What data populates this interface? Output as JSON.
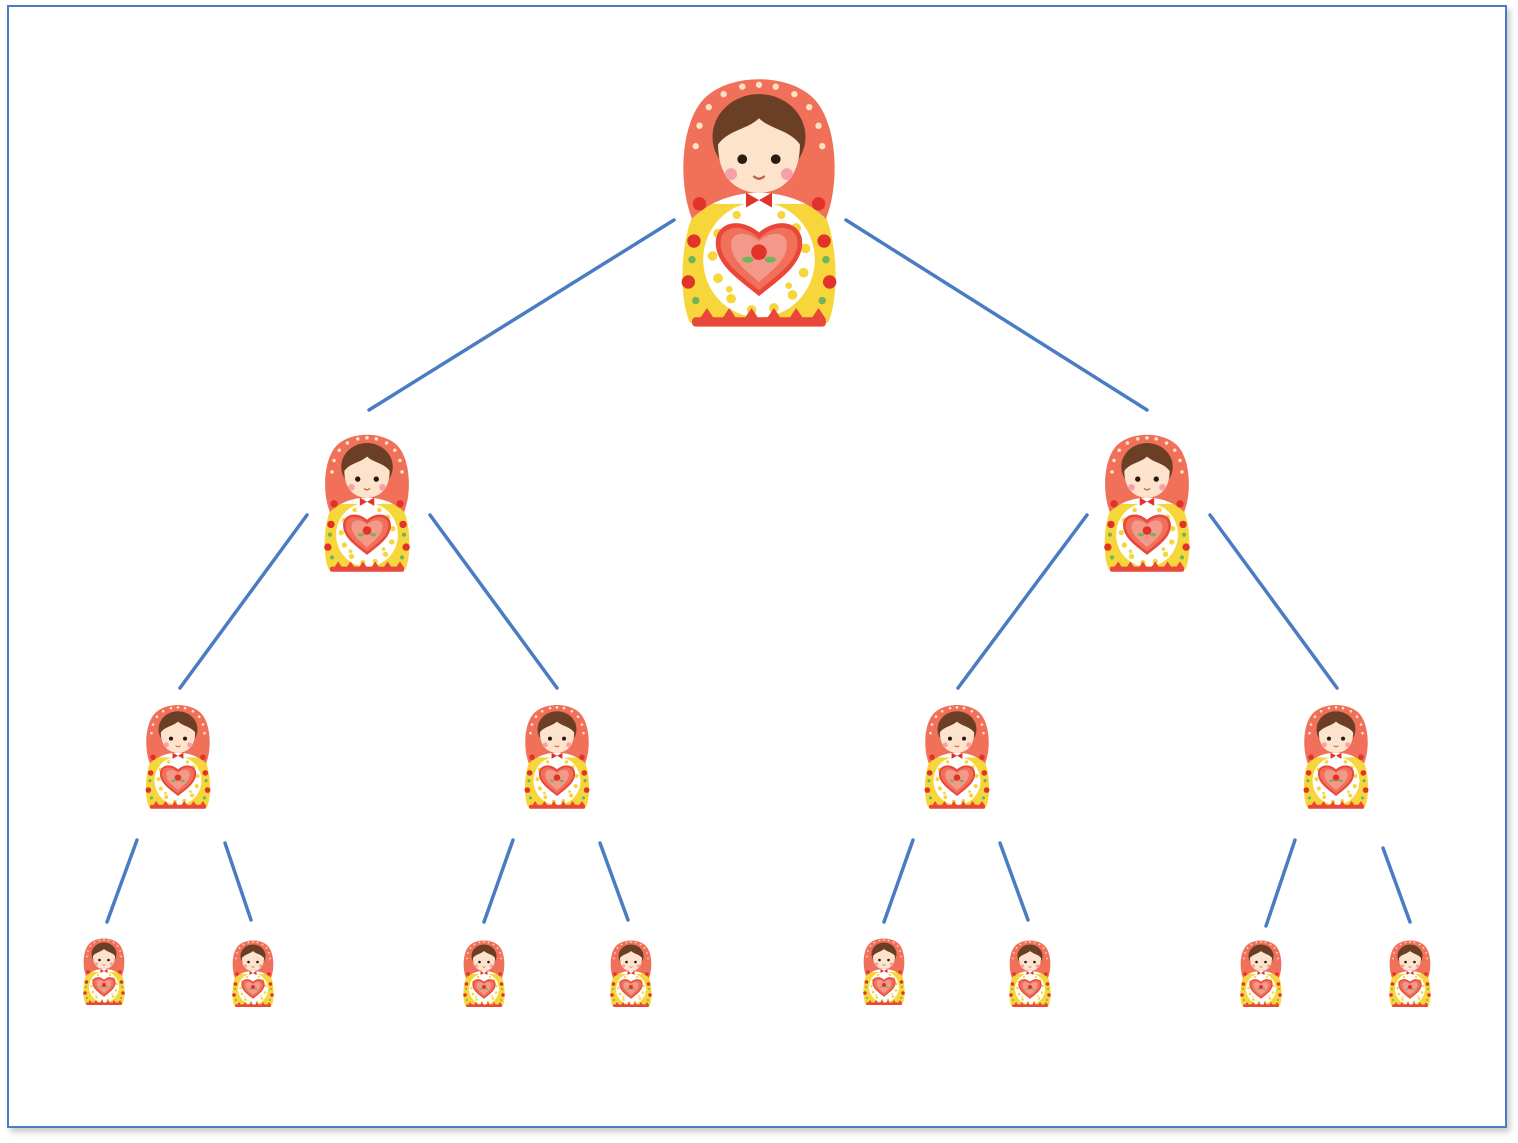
{
  "diagram": {
    "type": "binary-tree",
    "node_icon": "matryoshka-doll-icon",
    "levels": [
      1,
      2,
      4,
      8
    ],
    "colors": {
      "frame": "#4a7cc4",
      "edge": "#4a7cc4",
      "scarf": "#f0705a",
      "scarf_dots": "#fbe3c4",
      "hair": "#6b3f26",
      "face": "#fde3cc",
      "cheek": "#f6a0a7",
      "body": "#f6d63a",
      "apron": "#ffffff",
      "apron_dots": "#f6d63a",
      "heart": "#f0705a",
      "heart_outline": "#e8473a",
      "heart_inner": "#f4998a",
      "rose": "#e2332b",
      "leaf": "#6fb45b",
      "trim": "#e8473a"
    }
  }
}
